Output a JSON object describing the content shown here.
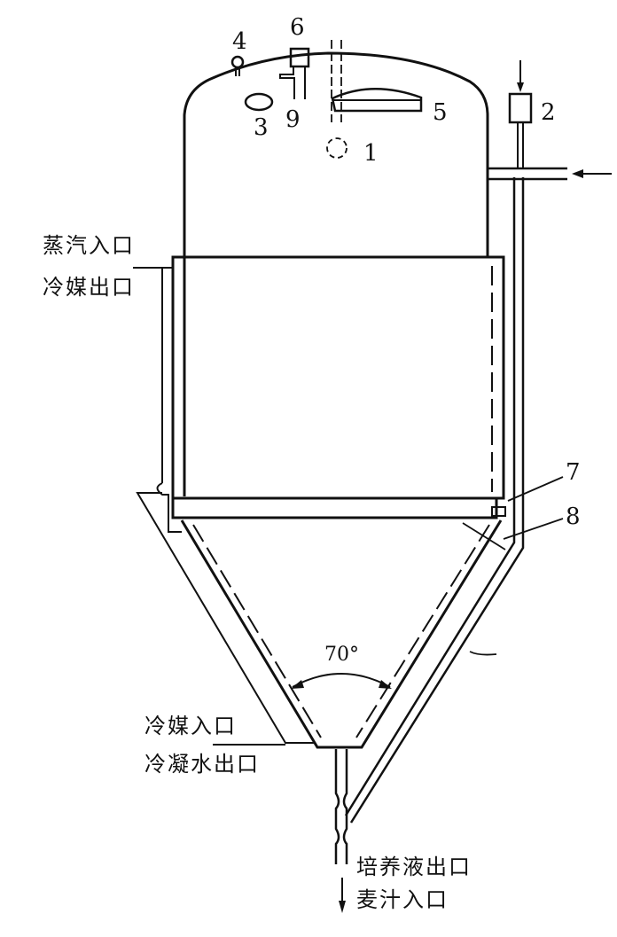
{
  "title": "Fermentation tank diagram",
  "numbers": {
    "n1": "1",
    "n2": "2",
    "n3": "3",
    "n4": "4",
    "n5": "5",
    "n6": "6",
    "n7": "7",
    "n8": "8",
    "n9": "9"
  },
  "angle_label": "70°",
  "labels": {
    "steam_inlet": "蒸汽入口",
    "coolant_outlet": "冷媒出口",
    "coolant_inlet": "冷媒入口",
    "condensate_outlet": "冷凝水出口",
    "culture_outlet": "培养液出口",
    "wort_inlet": "麦汁入口"
  },
  "colors": {
    "line": "#111111",
    "background": "#ffffff"
  }
}
